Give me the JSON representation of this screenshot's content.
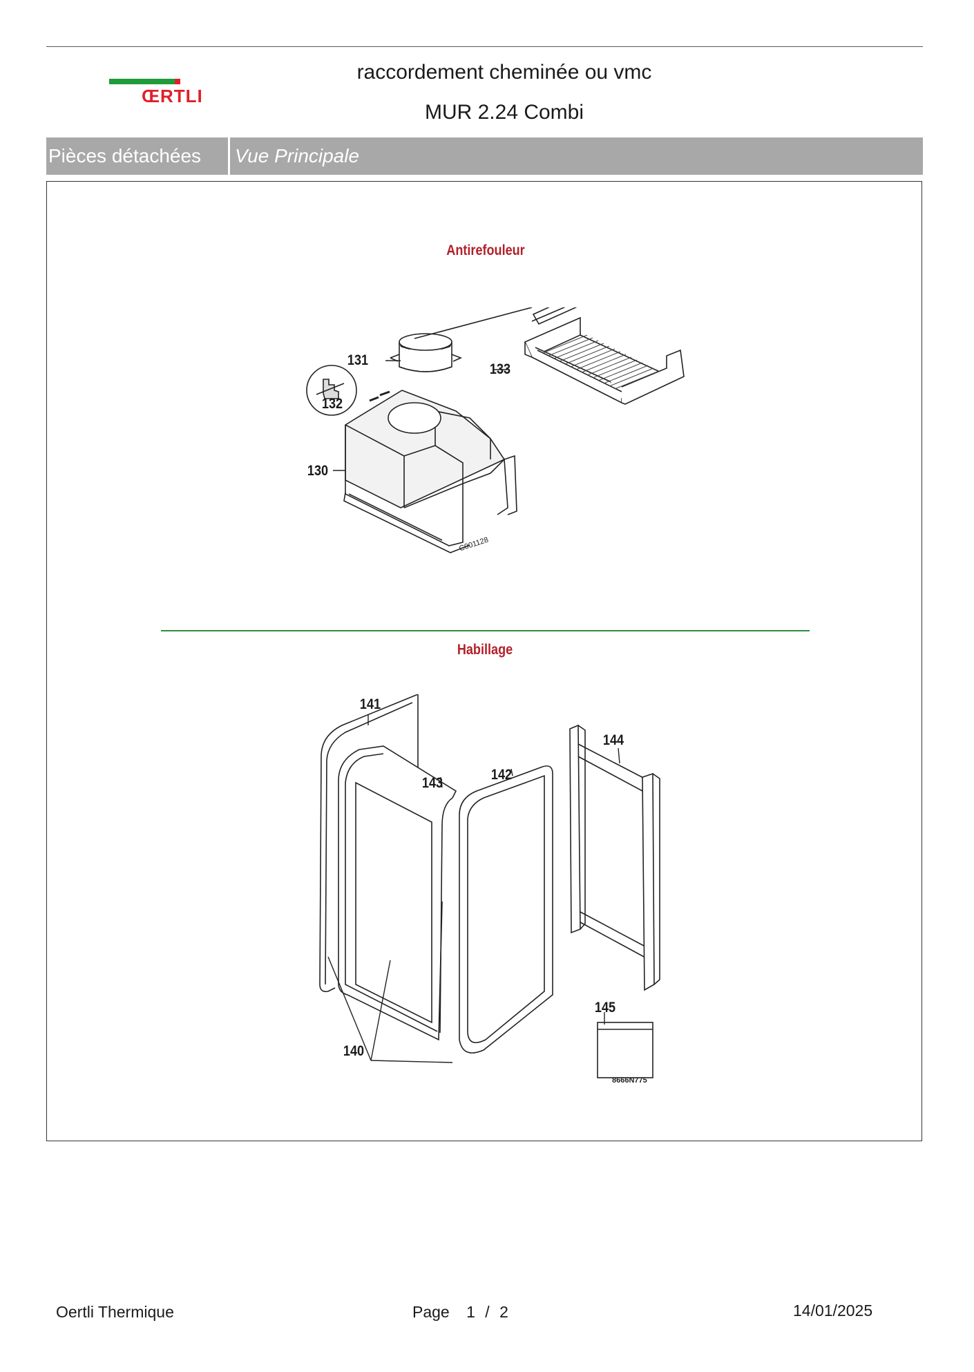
{
  "header": {
    "logo_text": "ŒRTLI",
    "title": "raccordement cheminée ou vmc",
    "subtitle": "MUR 2.24 Combi"
  },
  "tabs": {
    "parts_label": "Pièces détachées",
    "view_label": "Vue Principale"
  },
  "sections": {
    "section1": {
      "title": "Antirefouleur",
      "labels": {
        "p130": "130",
        "p131": "131",
        "p132": "132",
        "p133": "133"
      },
      "ref": "C001128"
    },
    "section2": {
      "title": "Habillage",
      "labels": {
        "p140": "140",
        "p141": "141",
        "p142": "142",
        "p143": "143",
        "p144": "144",
        "p145": "145"
      },
      "ref": "8666N775"
    }
  },
  "footer": {
    "company": "Oertli Thermique",
    "page_label": "Page",
    "page_current": "1",
    "page_sep": "/",
    "page_total": "2",
    "date": "14/01/2025"
  },
  "colors": {
    "logo_green": "#1f9b3a",
    "logo_red": "#e0202a",
    "section_title": "#b3202a",
    "separator": "#2e8b3d",
    "tab_bg": "#a8a8a8"
  }
}
